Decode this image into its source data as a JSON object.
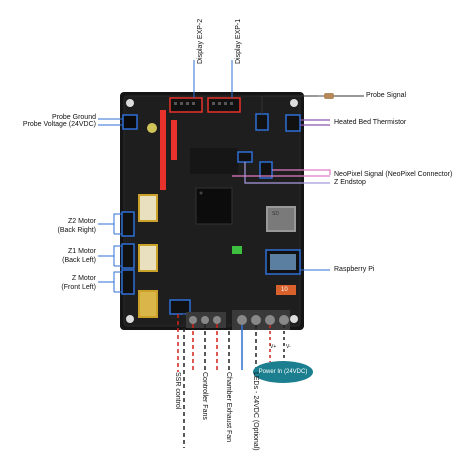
{
  "labels": {
    "display_exp2": "Display EXP-2",
    "display_exp1": "Display EXP-1",
    "probe_signal": "Probe Signal",
    "probe_ground": "Probe Ground",
    "probe_voltage": "Probe Voltage (24VDC)",
    "heated_bed_thermistor": "Heated Bed Thermistor",
    "neopixel_signal": "NeoPixel Signal (NeoPixel Connector)",
    "z_endstop": "Z Endstop",
    "z2_motor": "Z2 Motor",
    "z2_motor_pos": "(Back Right)",
    "z1_motor": "Z1 Motor",
    "z1_motor_pos": "(Back Left)",
    "z_motor": "Z Motor",
    "z_motor_pos": "(Front Left)",
    "raspberry_pi": "Raspberry Pi",
    "power_in": "Power In (24VDC)",
    "v_plus": "V+",
    "v_minus": "V-",
    "ssr_control": "SSR control",
    "controller_fans": "Controller Fans",
    "chamber_exhaust_fan": "Chamber Exhaust Fan",
    "leds": "LEDs - 24VDC (Optional)"
  },
  "board_text": {
    "sd": "SD",
    "fuse": "10"
  },
  "colors": {
    "board": "#1a1a1a",
    "header_red": "#e8322b",
    "highlight_blue": "#2f6fd6",
    "thermistor_purple": "#8a56b5",
    "neopixel_pink": "#e27cc4",
    "zendstop_lavender": "#a89be0",
    "power_teal": "#1b7f8f",
    "wire_red": "#d0231a",
    "wire_black": "#222222",
    "wire_blue": "#2f6fd6",
    "driver_gold": "#c9a227"
  }
}
